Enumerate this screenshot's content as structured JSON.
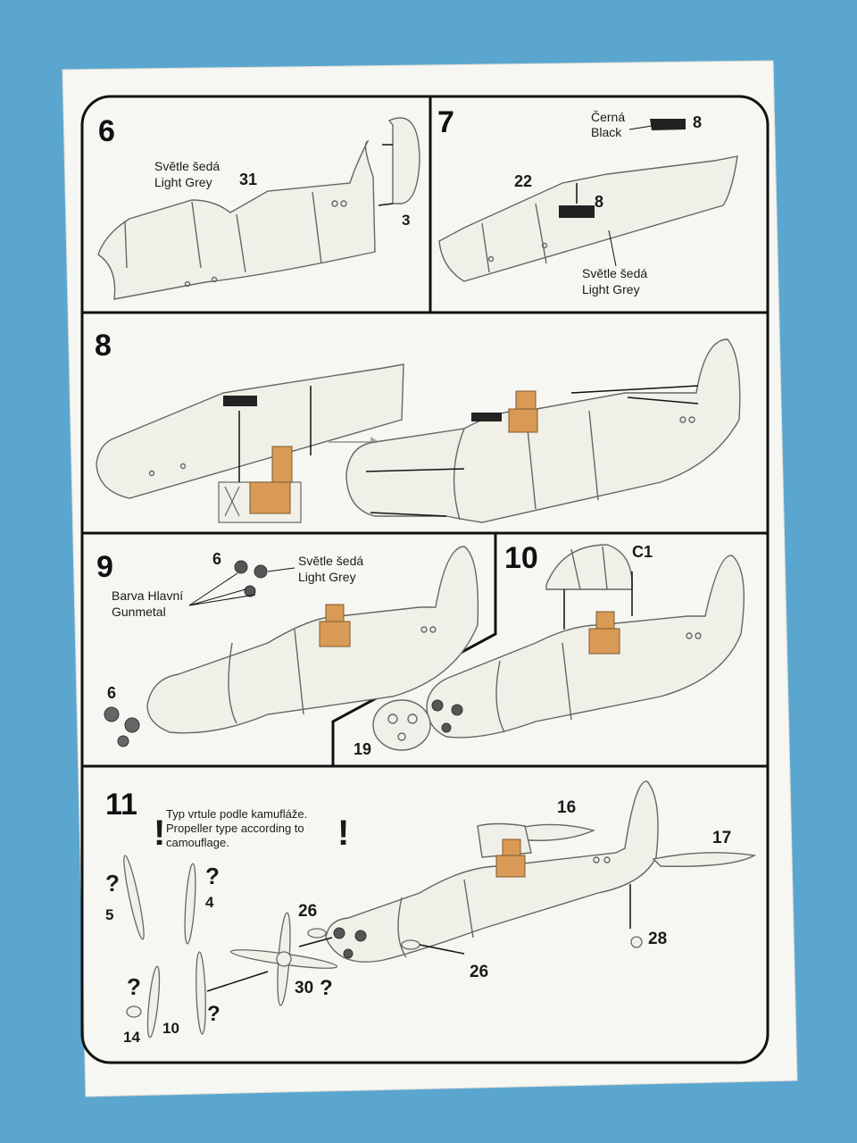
{
  "steps": {
    "s6": {
      "number": "6",
      "paint_cz": "Světle šedá",
      "paint_en": "Light Grey",
      "parts": [
        "31",
        "3"
      ]
    },
    "s7": {
      "number": "7",
      "black_cz": "Černá",
      "black_en": "Black",
      "paint_cz": "Světle šedá",
      "paint_en": "Light Grey",
      "parts": [
        "8",
        "22",
        "8"
      ]
    },
    "s8": {
      "number": "8"
    },
    "s9": {
      "number": "9",
      "paint_cz": "Světle šedá",
      "paint_en": "Light Grey",
      "gun_cz": "Barva Hlavní",
      "gun_en": "Gunmetal",
      "parts": [
        "6",
        "6"
      ]
    },
    "s10": {
      "number": "10",
      "parts": [
        "C1",
        "19"
      ]
    },
    "s11": {
      "number": "11",
      "note_cz": "Typ vrtule podle kamufláže.",
      "note_en_1": "Propeller type according to",
      "note_en_2": "camouflage.",
      "warning": "!",
      "question": "?",
      "parts": [
        "16",
        "17",
        "5",
        "4",
        "26",
        "28",
        "26",
        "30",
        "14",
        "10"
      ]
    }
  },
  "colors": {
    "background": "#5aa6cf",
    "paper": "#f6f6f2",
    "fuselage": "#f1f0e8",
    "seat": "#d99a55",
    "warning_red": "#d93030",
    "black_part": "#222222"
  }
}
